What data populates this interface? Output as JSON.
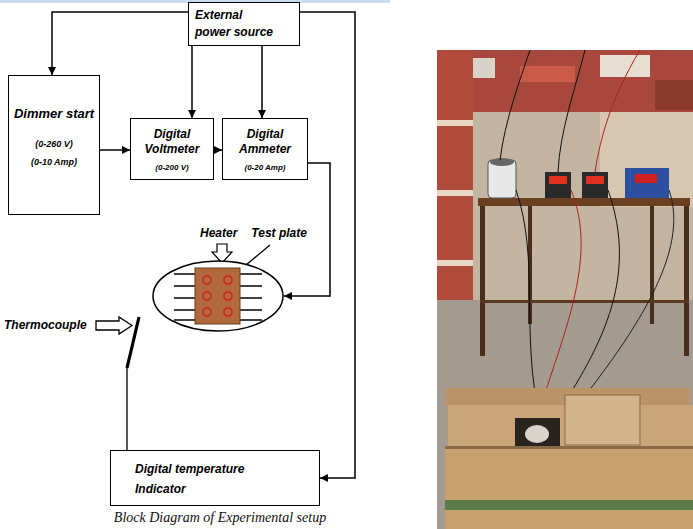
{
  "diagram": {
    "caption": "Block Diagram of Experimental setup",
    "nodes": [
      {
        "text": [
          "External power source"
        ]
      },
      {
        "text": [
          "Dimmer start",
          "(0-260 V)",
          "(0-10 Amp)"
        ]
      },
      {
        "text": [
          "Digital Voltmeter",
          "(0-200 V)"
        ]
      },
      {
        "text": [
          "Digital Ammeter",
          "(0-20 Amp)"
        ]
      },
      {
        "text": [
          "Heater",
          "Test plate"
        ]
      },
      {
        "text": [
          "Digital temperature Indicator"
        ]
      }
    ],
    "edges": [
      {
        "from": 0,
        "to": 1,
        "arrow": "to"
      },
      {
        "from": 0,
        "to": 2,
        "arrow": "to"
      },
      {
        "from": 0,
        "to": 3,
        "arrow": "to"
      },
      {
        "from": 1,
        "to": 2,
        "arrow": "to"
      },
      {
        "from": 2,
        "to": 3,
        "arrow": "to"
      },
      {
        "from": 3,
        "to": 4,
        "arrow": "to"
      },
      {
        "from": 0,
        "to": 5,
        "arrow": "to"
      }
    ],
    "labels": [
      "Thermocouple"
    ]
  }
}
